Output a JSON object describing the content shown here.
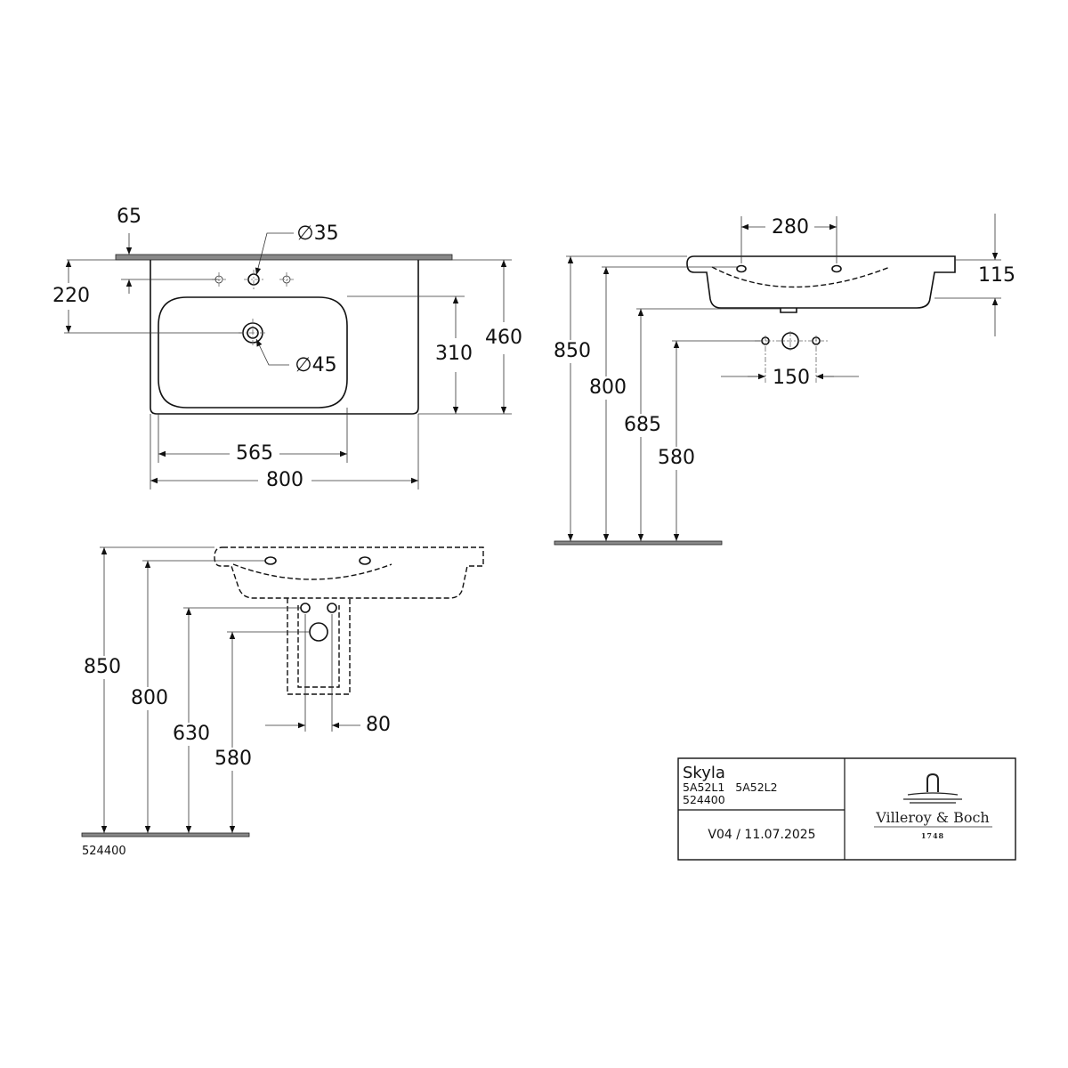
{
  "top_view": {
    "dim_65": "65",
    "dim_220": "220",
    "dim_310": "310",
    "dim_460": "460",
    "dim_565": "565",
    "dim_800": "800",
    "dim_d35": "∅35",
    "dim_d45": "∅45"
  },
  "side_view": {
    "dim_280": "280",
    "dim_115": "115",
    "dim_850": "850",
    "dim_800": "800",
    "dim_685": "685",
    "dim_580": "580",
    "dim_150": "150"
  },
  "front_view": {
    "dim_850": "850",
    "dim_800": "800",
    "dim_630": "630",
    "dim_580": "580",
    "dim_80": "80",
    "article": "524400"
  },
  "title_block": {
    "product": "Skyla",
    "codes": "5A52L1   5A52L2",
    "article": "524400",
    "version": "V04 / 11.07.2025",
    "logo_name": "Villeroy & Boch",
    "logo_year": "1748"
  }
}
